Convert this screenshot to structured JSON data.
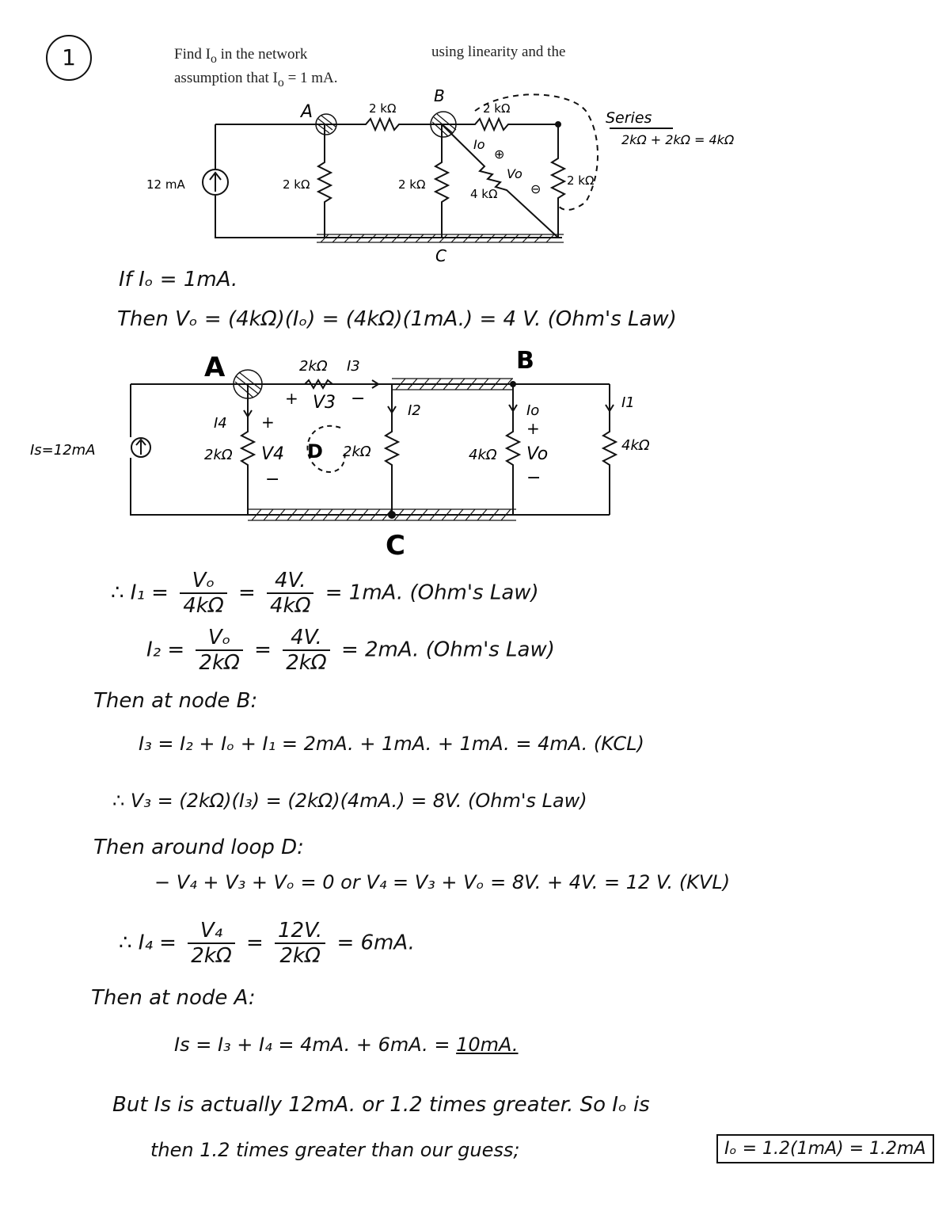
{
  "problem_number": "1",
  "problem_text": {
    "line1a": "Find I",
    "sub_o": "o",
    "line1b": " in the network",
    "line1c": "using linearity and the",
    "line2a": "assumption that I",
    "line2b": " = 1 mA."
  },
  "circuit1": {
    "source": "12 mA",
    "r_a_b": "2 kΩ",
    "r_top_right": "2 kΩ",
    "r_a": "2 kΩ",
    "r_b": "2 kΩ",
    "r_diag": "4 kΩ",
    "r_right": "2 kΩ",
    "node_a": "A",
    "node_b": "B",
    "node_c": "C",
    "io": "Io",
    "vo": "Vo",
    "plus": "⊕",
    "minus": "⊖",
    "series_label": "Series",
    "series_eq": "2kΩ + 2kΩ = 4kΩ"
  },
  "step_if": "If  Iₒ = 1mA.",
  "step_then": "Then  Vₒ = (4kΩ)(Iₒ) = (4kΩ)(1mA.) = 4 V.  (Ohm's Law)",
  "circuit2": {
    "node_a": "A",
    "node_b": "B",
    "node_c": "C",
    "is_label": "Is=12mA",
    "r_top": "2kΩ",
    "i3": "I3",
    "v3_plus": "+",
    "v3": "V3",
    "v3_minus": "−",
    "i4": "I4",
    "v4_plus": "+",
    "r_a": "2kΩ",
    "v4": "V4",
    "v4_minus": "−",
    "loop": "D",
    "r_mid": "2kΩ",
    "i2": "I2",
    "io": "Io",
    "vo_plus": "+",
    "r_o": "4kΩ",
    "vo": "Vo",
    "vo_minus": "−",
    "i1": "I1",
    "r_right": "4kΩ"
  },
  "eq_i1": {
    "prefix": "∴  I₁ =",
    "n1": "Vₒ",
    "d1": "4kΩ",
    "n2": "4V.",
    "d2": "4kΩ",
    "result": "= 1mA.  (Ohm's Law)"
  },
  "eq_i2": {
    "prefix": "I₂ =",
    "n1": "Vₒ",
    "d1": "2kΩ",
    "n2": "4V.",
    "d2": "2kΩ",
    "result": "= 2mA.  (Ohm's Law)"
  },
  "node_b_heading": "Then at node B:",
  "kcl_b": "I₃ = I₂ + Iₒ + I₁  =  2mA. + 1mA. + 1mA. = 4mA.  (KCL)",
  "v3_eq": "∴ V₃ = (2kΩ)(I₃) = (2kΩ)(4mA.) = 8V.  (Ohm's Law)",
  "loop_heading": "Then around loop D:",
  "kvl": "− V₄ + V₃ + Vₒ = 0   or   V₄ = V₃ + Vₒ = 8V. + 4V. = 12 V.  (KVL)",
  "eq_i4": {
    "prefix": "∴  I₄ =",
    "n1": "V₄",
    "d1": "2kΩ",
    "n2": "12V.",
    "d2": "2kΩ",
    "result": "= 6mA."
  },
  "node_a_heading": "Then at node A:",
  "kcl_a_left": "Is = I₃ + I₄  =  4mA. + 6mA. = ",
  "kcl_a_result": "10mA.",
  "conclusion_1": "But Is is actually 12mA. or 1.2 times greater. So Iₒ is",
  "conclusion_2": "then 1.2 times greater than our guess;",
  "final_answer": "Iₒ = 1.2(1mA) = 1.2mA"
}
